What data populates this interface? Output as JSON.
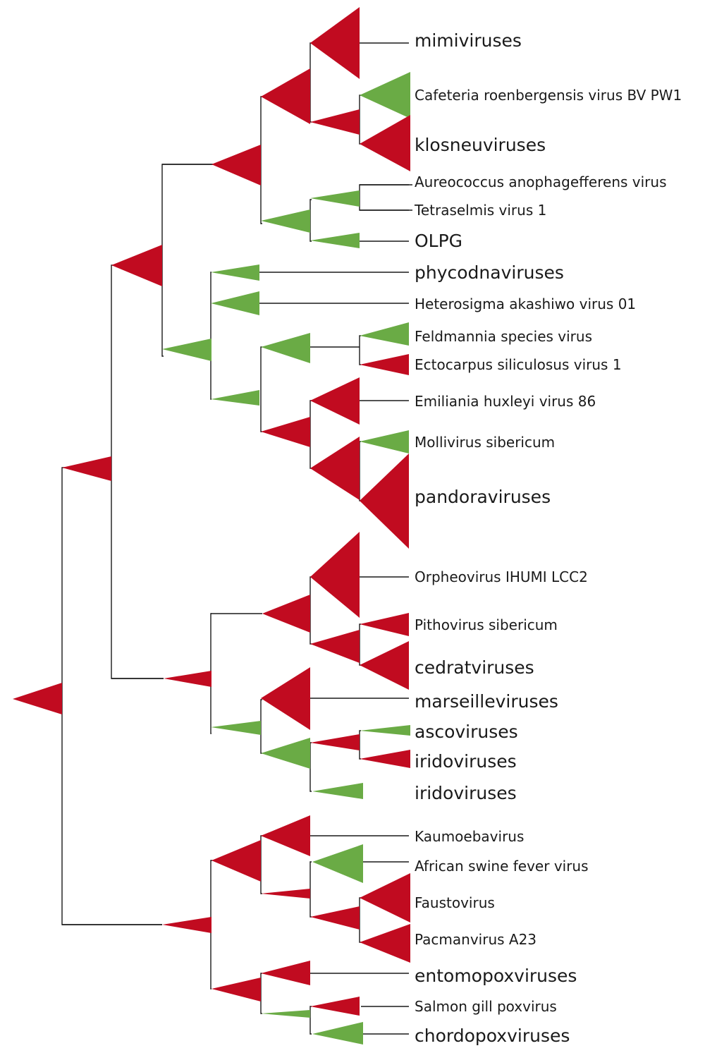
{
  "colors": {
    "red": "#c10b20",
    "green": "#6aab45",
    "line": "#1a1a1a"
  },
  "leaves": [
    {
      "label": "mimiviruses",
      "size": "big"
    },
    {
      "label": "Cafeteria roenbergensis virus BV PW1",
      "size": "small"
    },
    {
      "label": "klosneuviruses",
      "size": "big"
    },
    {
      "label": "Aureococcus anophagefferens virus",
      "size": "small"
    },
    {
      "label": "Tetraselmis virus 1",
      "size": "small"
    },
    {
      "label": "OLPG",
      "size": "big"
    },
    {
      "label": "phycodnaviruses",
      "size": "big"
    },
    {
      "label": "Heterosigma akashiwo virus 01",
      "size": "small"
    },
    {
      "label": "Feldmannia species virus",
      "size": "small"
    },
    {
      "label": "Ectocarpus siliculosus virus 1",
      "size": "small"
    },
    {
      "label": "Emiliania huxleyi virus 86",
      "size": "small"
    },
    {
      "label": "Mollivirus sibericum",
      "size": "small"
    },
    {
      "label": "pandoraviruses",
      "size": "big"
    },
    {
      "label": "Orpheovirus IHUMI LCC2",
      "size": "small"
    },
    {
      "label": "Pithovirus sibericum",
      "size": "small"
    },
    {
      "label": "cedratviruses",
      "size": "big"
    },
    {
      "label": "marseilleviruses",
      "size": "big"
    },
    {
      "label": "ascoviruses",
      "size": "big"
    },
    {
      "label": "iridoviruses",
      "size": "big"
    },
    {
      "label": "iridoviruses",
      "size": "big"
    },
    {
      "label": "Kaumoebavirus",
      "size": "small"
    },
    {
      "label": "African swine fever virus",
      "size": "small"
    },
    {
      "label": "Faustovirus",
      "size": "small"
    },
    {
      "label": "Pacmanvirus A23",
      "size": "small"
    },
    {
      "label": "entomopoxviruses",
      "size": "big"
    },
    {
      "label": "Salmon gill poxvirus",
      "size": "small"
    },
    {
      "label": "chordopoxviruses",
      "size": "big"
    }
  ]
}
